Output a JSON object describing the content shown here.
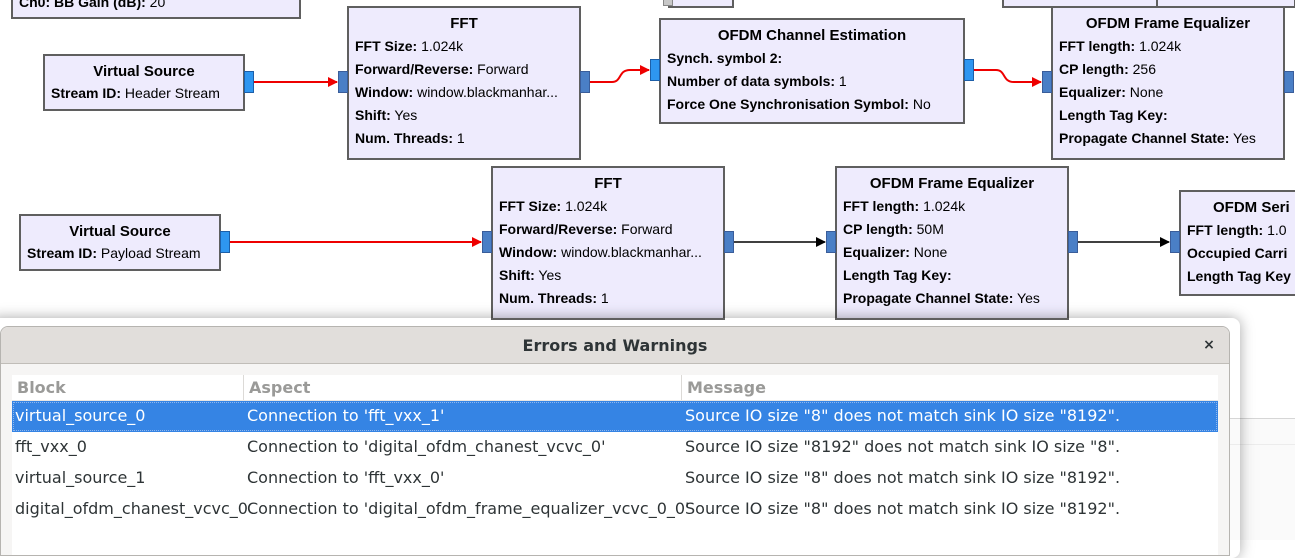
{
  "canvas": {
    "partial_block_top_left": {
      "key": "Ch0: BB Gain (dB):",
      "value": "20"
    },
    "blocks": [
      {
        "id": "virtual_source_header",
        "title": "Virtual Source",
        "params": [
          {
            "key": "Stream ID:",
            "value": "Header Stream"
          }
        ]
      },
      {
        "id": "fft_top",
        "title": "FFT",
        "params": [
          {
            "key": "FFT Size:",
            "value": "1.024k"
          },
          {
            "key": "Forward/Reverse:",
            "value": "Forward"
          },
          {
            "key": "Window:",
            "value": "window.blackmanhar..."
          },
          {
            "key": "Shift:",
            "value": "Yes"
          },
          {
            "key": "Num. Threads:",
            "value": "1"
          }
        ]
      },
      {
        "id": "ofdm_chanest",
        "title": "OFDM Channel Estimation",
        "params": [
          {
            "key": "Synch. symbol 2:",
            "value": ""
          },
          {
            "key": "Number of data symbols:",
            "value": "1"
          },
          {
            "key": "Force One Synchronisation Symbol:",
            "value": "No"
          }
        ]
      },
      {
        "id": "ofdm_eq_top",
        "title": "OFDM Frame Equalizer",
        "params": [
          {
            "key": "FFT length:",
            "value": "1.024k"
          },
          {
            "key": "CP length:",
            "value": "256"
          },
          {
            "key": "Equalizer:",
            "value": "None"
          },
          {
            "key": "Length Tag Key:",
            "value": ""
          },
          {
            "key": "Propagate Channel State:",
            "value": "Yes"
          }
        ]
      },
      {
        "id": "virtual_source_payload",
        "title": "Virtual Source",
        "params": [
          {
            "key": "Stream ID:",
            "value": "Payload Stream"
          }
        ]
      },
      {
        "id": "fft_bottom",
        "title": "FFT",
        "params": [
          {
            "key": "FFT Size:",
            "value": "1.024k"
          },
          {
            "key": "Forward/Reverse:",
            "value": "Forward"
          },
          {
            "key": "Window:",
            "value": "window.blackmanhar..."
          },
          {
            "key": "Shift:",
            "value": "Yes"
          },
          {
            "key": "Num. Threads:",
            "value": "1"
          }
        ]
      },
      {
        "id": "ofdm_eq_bottom",
        "title": "OFDM Frame Equalizer",
        "params": [
          {
            "key": "FFT length:",
            "value": "1.024k"
          },
          {
            "key": "CP length:",
            "value": "50M"
          },
          {
            "key": "Equalizer:",
            "value": "None"
          },
          {
            "key": "Length Tag Key:",
            "value": ""
          },
          {
            "key": "Propagate Channel State:",
            "value": "Yes"
          }
        ]
      },
      {
        "id": "ofdm_serializer_partial",
        "title": "OFDM Seri",
        "params": [
          {
            "key": "FFT length:",
            "value": "1.0"
          },
          {
            "key": "Occupied Carri",
            "value": ""
          },
          {
            "key": "Length Tag Key",
            "value": ""
          }
        ]
      }
    ],
    "connection_colors": {
      "error": "#ee0000",
      "ok": "#000000"
    }
  },
  "dialog": {
    "title": "Errors and Warnings",
    "close_label": "×",
    "columns": [
      "Block",
      "Aspect",
      "Message"
    ],
    "rows": [
      {
        "block": "virtual_source_0",
        "aspect": "Connection to 'fft_vxx_1'",
        "message": "Source IO size \"8\" does not match sink IO size \"8192\".",
        "selected": true
      },
      {
        "block": "fft_vxx_0",
        "aspect": "Connection to 'digital_ofdm_chanest_vcvc_0'",
        "message": "Source IO size \"8192\" does not match sink IO size \"8\".",
        "selected": false
      },
      {
        "block": "virtual_source_1",
        "aspect": "Connection to 'fft_vxx_0'",
        "message": "Source IO size \"8\" does not match sink IO size \"8192\".",
        "selected": false
      },
      {
        "block": "digital_ofdm_chanest_vcvc_0",
        "aspect": "Connection to 'digital_ofdm_frame_equalizer_vcvc_0_0'",
        "message": "Source IO size \"8\" does not match sink IO size \"8192\".",
        "selected": false
      }
    ],
    "selection_color": "#3584e4"
  }
}
